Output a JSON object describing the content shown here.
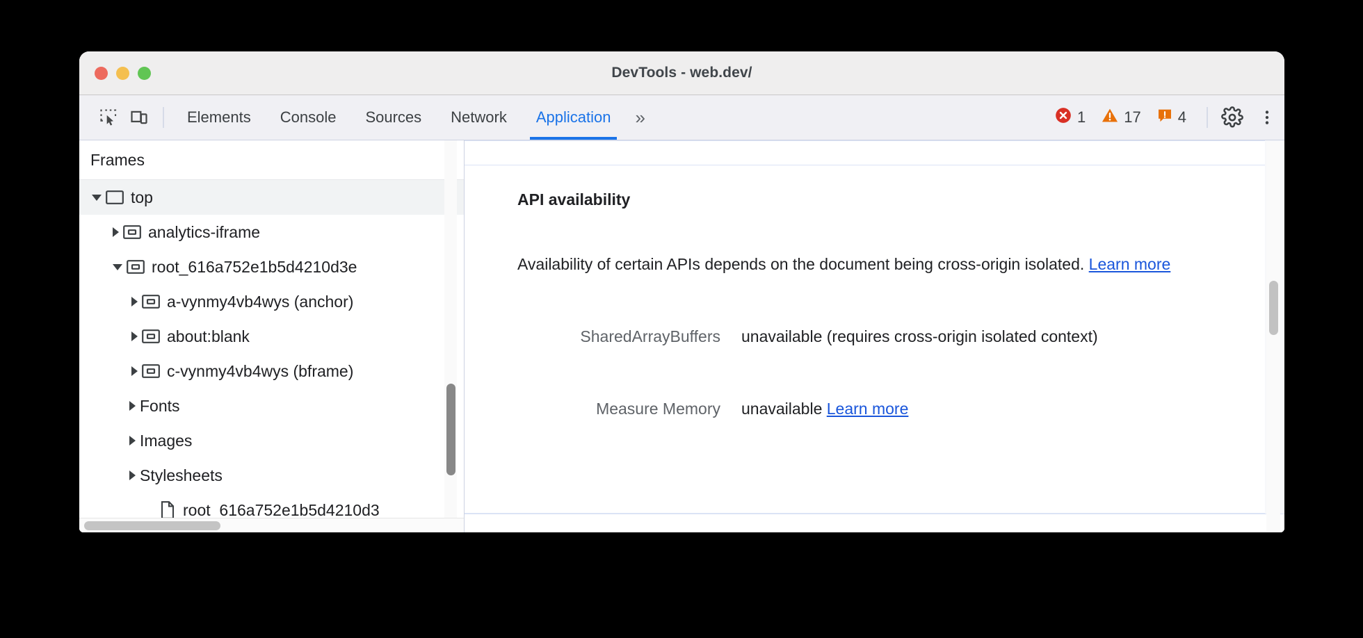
{
  "window": {
    "title": "DevTools - web.dev/",
    "traffic_lights": [
      "close-red",
      "minimize-yellow",
      "zoom-green"
    ]
  },
  "toolbar": {
    "inspect_icon": "inspect-element-icon",
    "device_icon": "device-toolbar-icon",
    "tabs": [
      {
        "label": "Elements",
        "active": false
      },
      {
        "label": "Console",
        "active": false
      },
      {
        "label": "Sources",
        "active": false
      },
      {
        "label": "Network",
        "active": false
      },
      {
        "label": "Application",
        "active": true
      }
    ],
    "more_tabs_label": "»",
    "badges": [
      {
        "type": "error-icon",
        "count": "1",
        "color": "#d93025"
      },
      {
        "type": "warning-icon",
        "count": "17",
        "color": "#e8710a"
      },
      {
        "type": "issue-icon",
        "count": "4",
        "color": "#e8710a"
      }
    ],
    "settings_icon": "gear-icon",
    "menu_icon": "kebab-menu-icon"
  },
  "sidebar": {
    "header": "Frames",
    "rows": [
      {
        "label": "top",
        "indent": "ind0",
        "twisty": "open",
        "icon": "frame-icon",
        "selected": true
      },
      {
        "label": "analytics-iframe",
        "indent": "ind1",
        "twisty": "closed",
        "icon": "iframe-icon",
        "selected": false
      },
      {
        "label": "root_616a752e1b5d4210d3e",
        "indent": "ind1",
        "twisty": "open",
        "icon": "iframe-icon",
        "selected": false
      },
      {
        "label": "a-vynmy4vb4wys (anchor)",
        "indent": "ind2",
        "twisty": "closed",
        "icon": "iframe-icon",
        "selected": false
      },
      {
        "label": "about:blank",
        "indent": "ind2",
        "twisty": "closed",
        "icon": "iframe-icon",
        "selected": false
      },
      {
        "label": "c-vynmy4vb4wys (bframe)",
        "indent": "ind2",
        "twisty": "closed",
        "icon": "iframe-icon",
        "selected": false
      },
      {
        "label": "Fonts",
        "indent": "ind1b",
        "twisty": "closed",
        "icon": "none",
        "selected": false
      },
      {
        "label": "Images",
        "indent": "ind1b",
        "twisty": "closed",
        "icon": "none",
        "selected": false
      },
      {
        "label": "Stylesheets",
        "indent": "ind1b",
        "twisty": "closed",
        "icon": "none",
        "selected": false
      },
      {
        "label": "root_616a752e1b5d4210d3",
        "indent": "ind2b",
        "twisty": "none",
        "icon": "document-icon",
        "selected": false
      }
    ]
  },
  "main": {
    "section_title": "API availability",
    "paragraph_text": "Availability of certain APIs depends on the document being cross-origin isolated. ",
    "paragraph_link": "Learn more",
    "rows": [
      {
        "key": "SharedArrayBuffers",
        "value": "unavailable",
        "note": "(requires cross-origin isolated context)",
        "link": ""
      },
      {
        "key": "Measure Memory",
        "value": "unavailable",
        "note": "",
        "link": "Learn more"
      }
    ]
  }
}
